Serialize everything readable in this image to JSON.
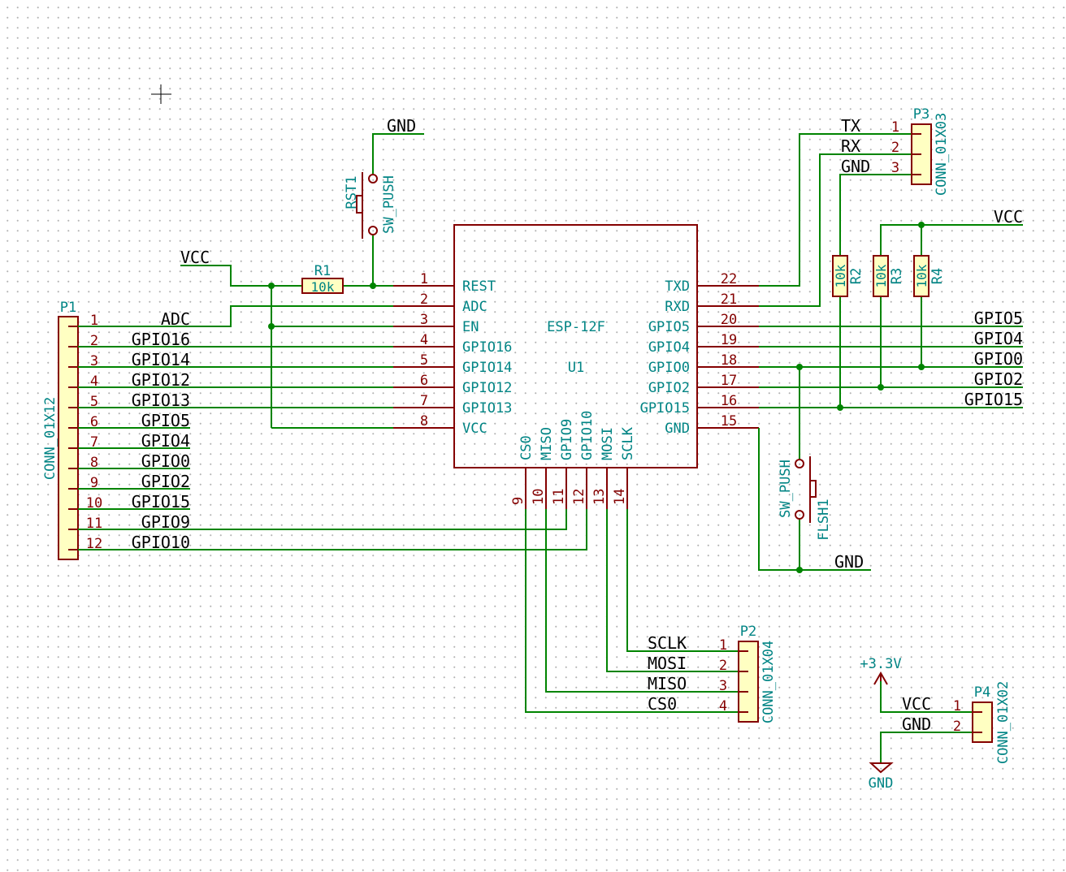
{
  "u1": {
    "ref": "U1",
    "value": "ESP-12F",
    "left_pins": [
      {
        "num": "1",
        "name": "REST"
      },
      {
        "num": "2",
        "name": "ADC"
      },
      {
        "num": "3",
        "name": "EN"
      },
      {
        "num": "4",
        "name": "GPIO16"
      },
      {
        "num": "5",
        "name": "GPIO14"
      },
      {
        "num": "6",
        "name": "GPIO12"
      },
      {
        "num": "7",
        "name": "GPIO13"
      },
      {
        "num": "8",
        "name": "VCC"
      }
    ],
    "right_pins": [
      {
        "num": "22",
        "name": "TXD"
      },
      {
        "num": "21",
        "name": "RXD"
      },
      {
        "num": "20",
        "name": "GPIO5"
      },
      {
        "num": "19",
        "name": "GPIO4"
      },
      {
        "num": "18",
        "name": "GPIO0"
      },
      {
        "num": "17",
        "name": "GPIO2"
      },
      {
        "num": "16",
        "name": "GPIO15"
      },
      {
        "num": "15",
        "name": "GND"
      }
    ],
    "bottom_pins": [
      {
        "num": "9",
        "name": "CS0"
      },
      {
        "num": "10",
        "name": "MISO"
      },
      {
        "num": "11",
        "name": "GPIO9"
      },
      {
        "num": "12",
        "name": "GPIO10"
      },
      {
        "num": "13",
        "name": "MOSI"
      },
      {
        "num": "14",
        "name": "SCLK"
      }
    ]
  },
  "p1": {
    "ref": "P1",
    "value": "CONN_01X12",
    "pins": [
      "1",
      "2",
      "3",
      "4",
      "5",
      "6",
      "7",
      "8",
      "9",
      "10",
      "11",
      "12"
    ],
    "nets": [
      "ADC",
      "GPIO16",
      "GPIO14",
      "GPIO12",
      "GPIO13",
      "GPIO5",
      "GPIO4",
      "GPIO0",
      "GPIO2",
      "GPIO15",
      "GPIO9",
      "GPIO10"
    ]
  },
  "p2": {
    "ref": "P2",
    "value": "CONN_01X04",
    "pins": [
      "1",
      "2",
      "3",
      "4"
    ],
    "nets": [
      "SCLK",
      "MOSI",
      "MISO",
      "CS0"
    ]
  },
  "p3": {
    "ref": "P3",
    "value": "CONN_01X03",
    "pins": [
      "1",
      "2",
      "3"
    ],
    "nets": [
      "TX",
      "RX",
      "GND"
    ]
  },
  "p4": {
    "ref": "P4",
    "value": "CONN_01X02",
    "pins": [
      "1",
      "2"
    ],
    "nets": [
      "VCC",
      "GND"
    ]
  },
  "r1": {
    "ref": "R1",
    "value": "10k"
  },
  "r2": {
    "ref": "R2",
    "value": "10k"
  },
  "r3": {
    "ref": "R3",
    "value": "10k"
  },
  "r4": {
    "ref": "R4",
    "value": "10k"
  },
  "rst1": {
    "ref": "RST1",
    "value": "SW_PUSH"
  },
  "flsh1": {
    "ref": "FLSH1",
    "value": "SW_PUSH"
  },
  "net_labels": {
    "gnd_top": "GND",
    "vcc_left": "VCC",
    "vcc_right": "VCC",
    "gpio5": "GPIO5",
    "gpio4": "GPIO4",
    "gpio0": "GPIO0",
    "gpio2": "GPIO2",
    "gpio15": "GPIO15",
    "gnd_bottom": "GND"
  },
  "power": {
    "v33": "+3.3V",
    "gnd": "GND"
  },
  "colors": {
    "wire": "#008400",
    "symbol": "#840000",
    "reference": "#008484",
    "body_fill": "#ffffc2"
  }
}
